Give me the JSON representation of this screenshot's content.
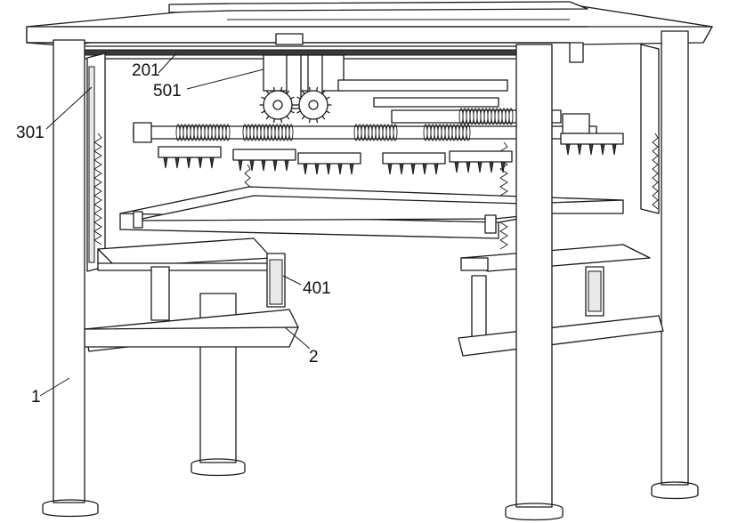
{
  "labels": {
    "frame": "1",
    "platform": "2",
    "top_rail": "201",
    "side_plate": "301",
    "cylinder": "401",
    "gear_assembly": "501"
  }
}
